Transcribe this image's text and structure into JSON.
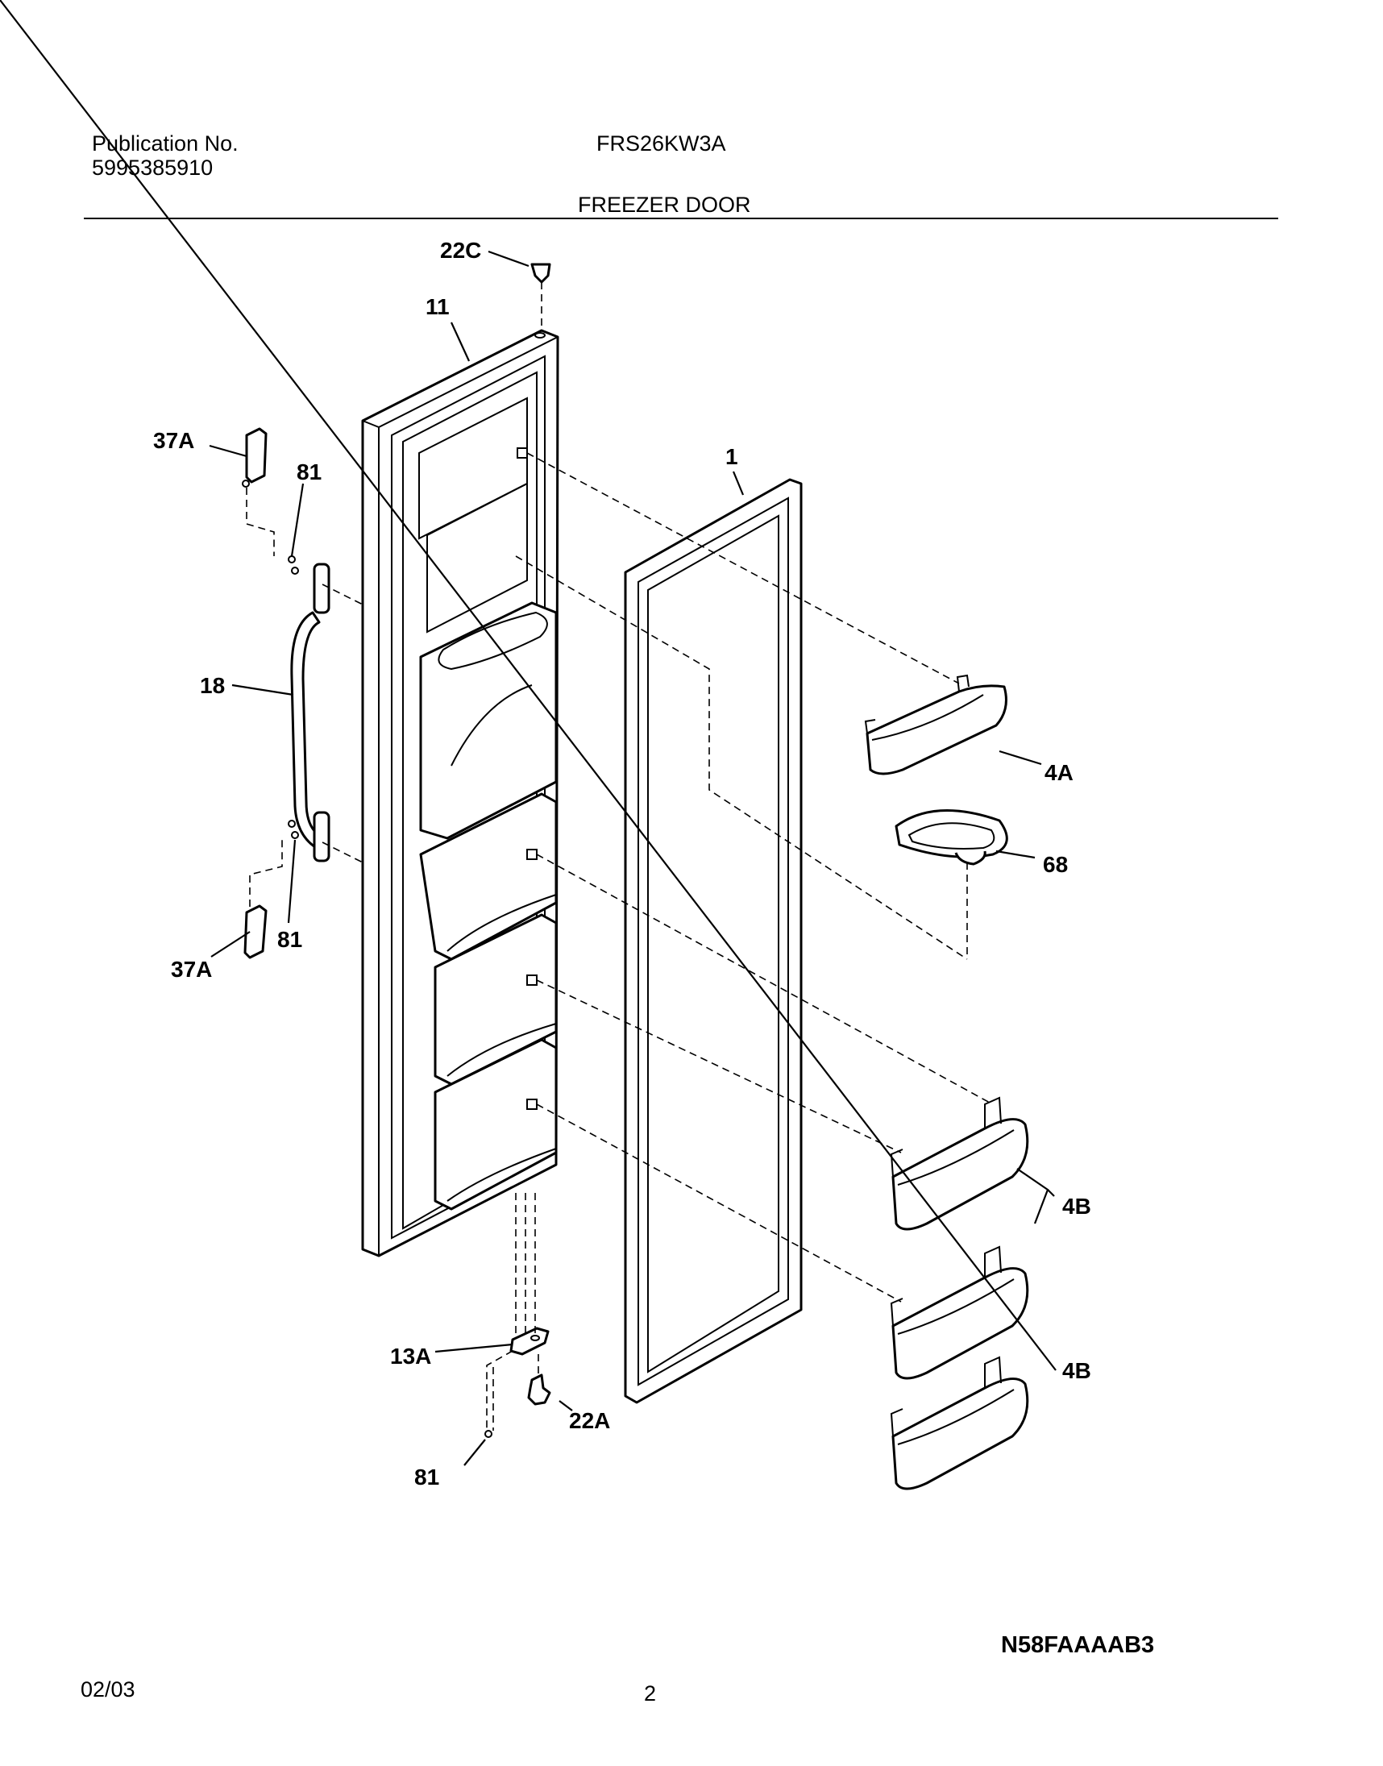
{
  "header": {
    "publication_label": "Publication No.",
    "publication_number": "5995385910",
    "model": "FRS26KW3A",
    "section_title": "FREEZER DOOR"
  },
  "footer": {
    "diagram_code": "N58FAAAAB3",
    "date": "02/03",
    "page_number": "2"
  },
  "callouts": {
    "c22C": "22C",
    "c11": "11",
    "c37A_top": "37A",
    "c81_top": "81",
    "c1": "1",
    "c18": "18",
    "c4A": "4A",
    "c68": "68",
    "c81_mid": "81",
    "c37A_bottom": "37A",
    "c4B_upper": "4B",
    "c13A": "13A",
    "c4B_lower": "4B",
    "c22A": "22A",
    "c81_bottom": "81"
  }
}
